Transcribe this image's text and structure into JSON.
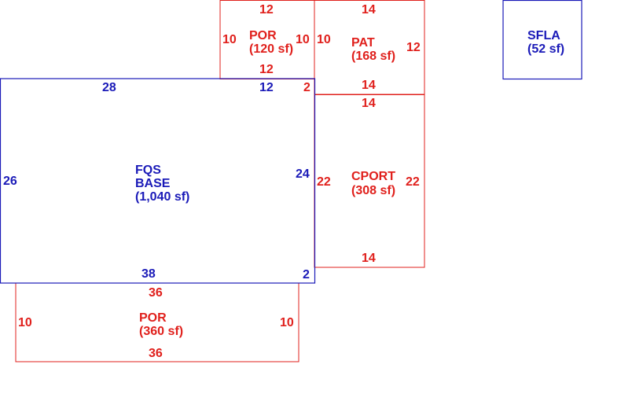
{
  "colors": {
    "red": "#e0201c",
    "blue": "#1a1ab8",
    "background": "#ffffff"
  },
  "areas": {
    "por_top": {
      "name": "POR",
      "area": "(120 sf)",
      "top": "12",
      "left": "10",
      "right": "10",
      "bottom": "12"
    },
    "pat": {
      "name": "PAT",
      "area": "(168 sf)",
      "top": "14",
      "left": "10",
      "right": "12",
      "bottom": "14"
    },
    "sfla": {
      "name": "SFLA",
      "area": "(52 sf)"
    },
    "base": {
      "name_line1": "FQS",
      "name_line2": "BASE",
      "area": "(1,040 sf)",
      "top_a": "28",
      "top_b": "12",
      "top_c": "2",
      "left": "26",
      "right": "24",
      "bottom": "38",
      "bottom_corner": "2"
    },
    "cport": {
      "name": "CPORT",
      "area": "(308 sf)",
      "top": "14",
      "left": "22",
      "right": "22",
      "bottom": "14"
    },
    "por_bottom": {
      "name": "POR",
      "area": "(360 sf)",
      "top": "36",
      "left": "10",
      "right": "10",
      "bottom": "36"
    }
  }
}
